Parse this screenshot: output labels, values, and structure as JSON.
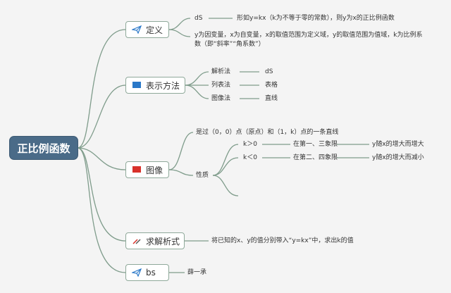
{
  "root": {
    "label": "正比例函数"
  },
  "branches": {
    "definition": {
      "label": "定义",
      "key": "dS",
      "line1": "形如y=kx（k为不等于零的常数），则y为x的正比例函数",
      "line2a": "y为因变量，x为自变量，x的取值范围为定义域，y的取值范围为值域，k为比例系",
      "line2b": "数（即“斜率”“角系数”）"
    },
    "representation": {
      "label": "表示方法",
      "items": [
        {
          "method": "解析法",
          "value": "dS"
        },
        {
          "method": "列表法",
          "value": "表格"
        },
        {
          "method": "图像法",
          "value": "直线"
        }
      ]
    },
    "graph": {
      "label": "图像",
      "desc": "是过（0，0）点（原点）和（1，k）点的一条直线",
      "property_label": "性质",
      "properties": [
        {
          "cond": "k＞0",
          "quadrant": "在第一、三象限",
          "trend": "y随x的增大而增大"
        },
        {
          "cond": "k＜0",
          "quadrant": "在第二、四象限",
          "trend": "y随x的增大而减小"
        }
      ]
    },
    "solve": {
      "label": "求解析式",
      "desc": "将已知的x、y的值分别带入“y=kx”中，求出k的值"
    },
    "bs": {
      "label": "bs",
      "value": "薛一承"
    }
  },
  "colors": {
    "line": "#7f9c8b",
    "root": "#4a6b88",
    "flag_blue": "#2a78c8",
    "flag_red": "#d8312a"
  }
}
